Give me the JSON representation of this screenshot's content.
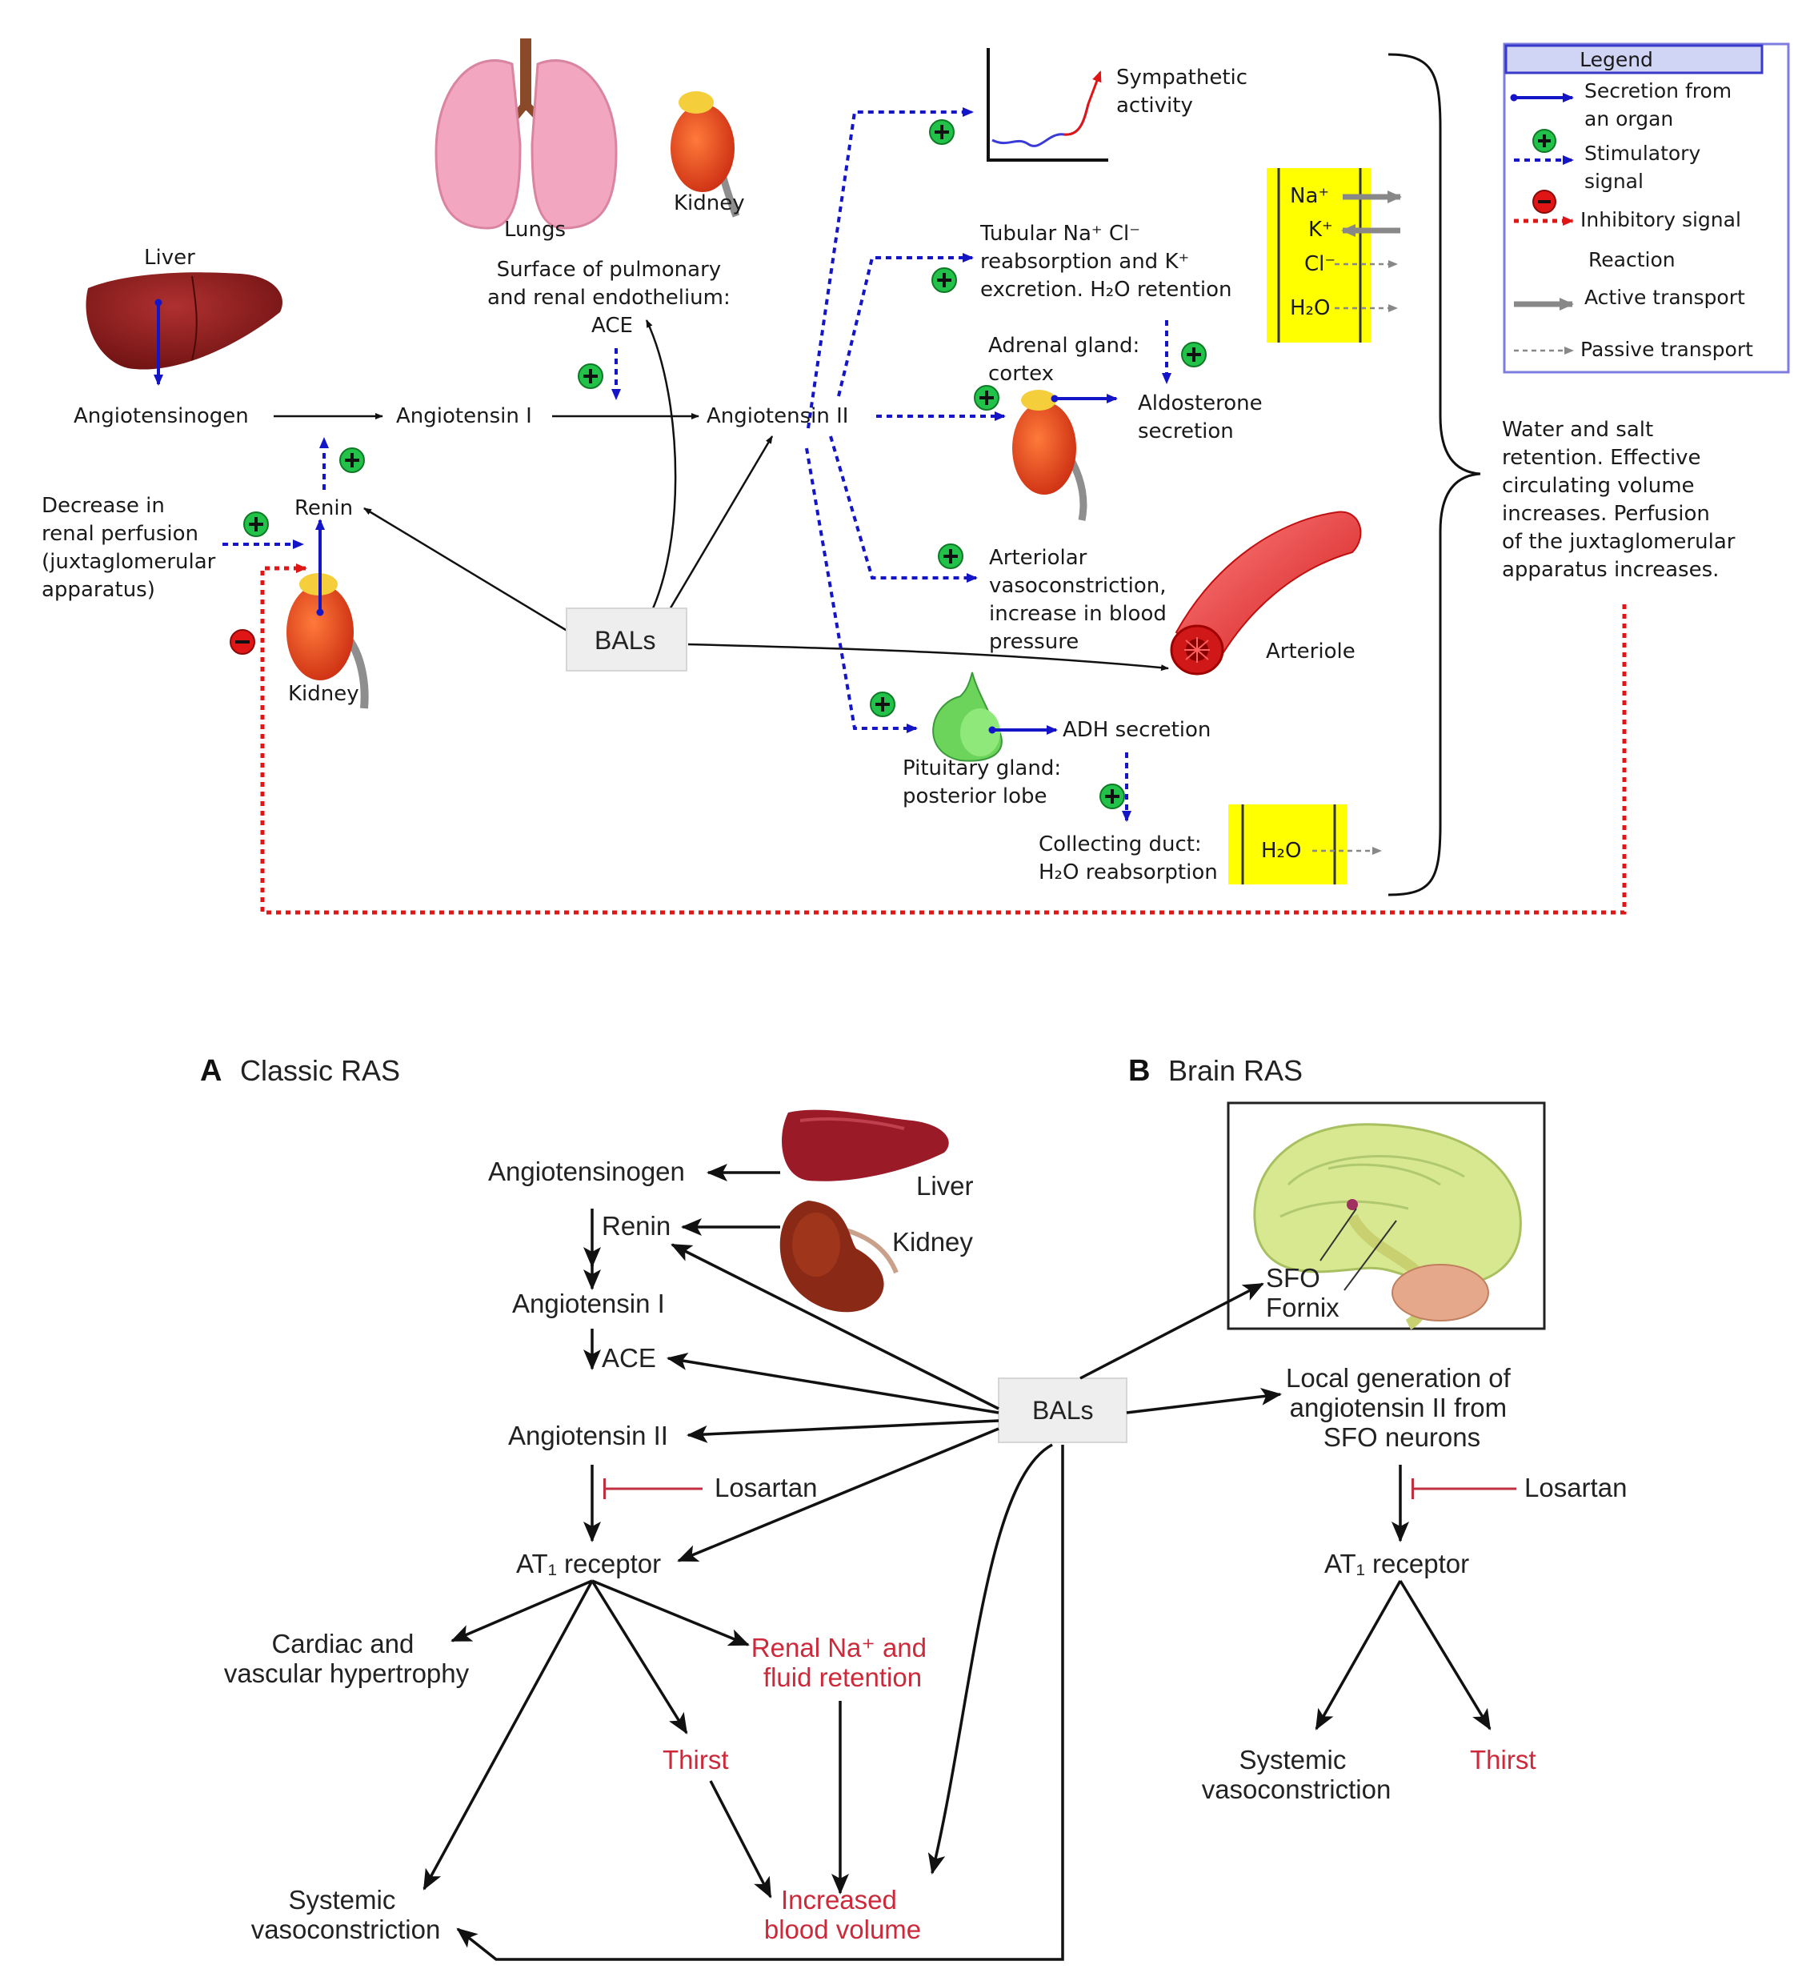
{
  "top": {
    "liver": "Liver",
    "lungs": "Lungs",
    "kidney_top": "Kidney",
    "angiotensinogen": "Angiotensinogen",
    "angiotensin_1": "Angiotensin I",
    "angiotensin_2": "Angiotensin II",
    "ace_lines": [
      "Surface of pulmonary",
      "and renal endothelium:",
      "ACE"
    ],
    "renin": "Renin",
    "decrease_lines": [
      "Decrease in",
      "renal perfusion",
      "(juxtaglomerular",
      "apparatus)"
    ],
    "kidney_left": "Kidney",
    "bals": "BALs",
    "sympathetic_lines": [
      "Sympathetic",
      "activity"
    ],
    "tubular_lines": [
      "Tubular Na⁺ Cl⁻",
      "reabsorption and K⁺",
      "excretion. H₂O retention"
    ],
    "ions": [
      "Na⁺",
      "K⁺",
      "Cl⁻",
      "H₂O"
    ],
    "adrenal_lines": [
      "Adrenal gland:",
      "cortex"
    ],
    "aldosterone_lines": [
      "Aldosterone",
      "secretion"
    ],
    "arteriolar_lines": [
      "Arteriolar",
      "vasoconstriction,",
      "increase in blood",
      "pressure"
    ],
    "arteriole": "Arteriole",
    "adh": "ADH secretion",
    "pituitary_lines": [
      "Pituitary gland:",
      "posterior lobe"
    ],
    "collecting_lines": [
      "Collecting duct:",
      "H₂O reabsorption"
    ],
    "water_h2o": "H₂O",
    "water_salt_lines": [
      "Water and salt",
      "retention. Effective",
      "circulating volume",
      "increases. Perfusion",
      "of the juxtaglomerular",
      "apparatus increases."
    ]
  },
  "legend": {
    "title": "Legend",
    "secretion_lines": [
      "Secretion from",
      "an organ"
    ],
    "stimulatory_lines": [
      "Stimulatory",
      "signal"
    ],
    "inhibitory": "Inhibitory signal",
    "reaction": "Reaction",
    "active": "Active transport",
    "passive": "Passive transport"
  },
  "bottom": {
    "a_letter": "A",
    "a_title": "Classic RAS",
    "b_letter": "B",
    "b_title": "Brain RAS",
    "angiotensinogen": "Angiotensinogen",
    "liver": "Liver",
    "renin": "Renin",
    "kidney": "Kidney",
    "angiotensin_1": "Angiotensin I",
    "ace": "ACE",
    "angiotensin_2": "Angiotensin II",
    "losartan_a": "Losartan",
    "at1_a": "AT₁ receptor",
    "cardiac_lines": [
      "Cardiac and",
      "vascular hypertrophy"
    ],
    "renal_lines": [
      "Renal Na⁺ and",
      "fluid retention"
    ],
    "thirst_a": "Thirst",
    "systemic_a_lines": [
      "Systemic",
      "vasoconstriction"
    ],
    "increased_lines": [
      "Increased",
      "blood volume"
    ],
    "bals": "BALs",
    "sfo": "SFO",
    "fornix": "Fornix",
    "local_lines": [
      "Local generation of",
      "angiotensin II from",
      "SFO neurons"
    ],
    "losartan_b": "Losartan",
    "at1_b": "AT₁ receptor",
    "systemic_b_lines": [
      "Systemic",
      "vasoconstriction"
    ],
    "thirst_b": "Thirst"
  },
  "colors": {
    "secretion_blue": "#1515c8",
    "inhibitory_red": "#e01515",
    "stimulatory_green": "#22c24a",
    "ion_box_yellow": "#ffff00",
    "outcome_red": "#cc2a3a"
  }
}
